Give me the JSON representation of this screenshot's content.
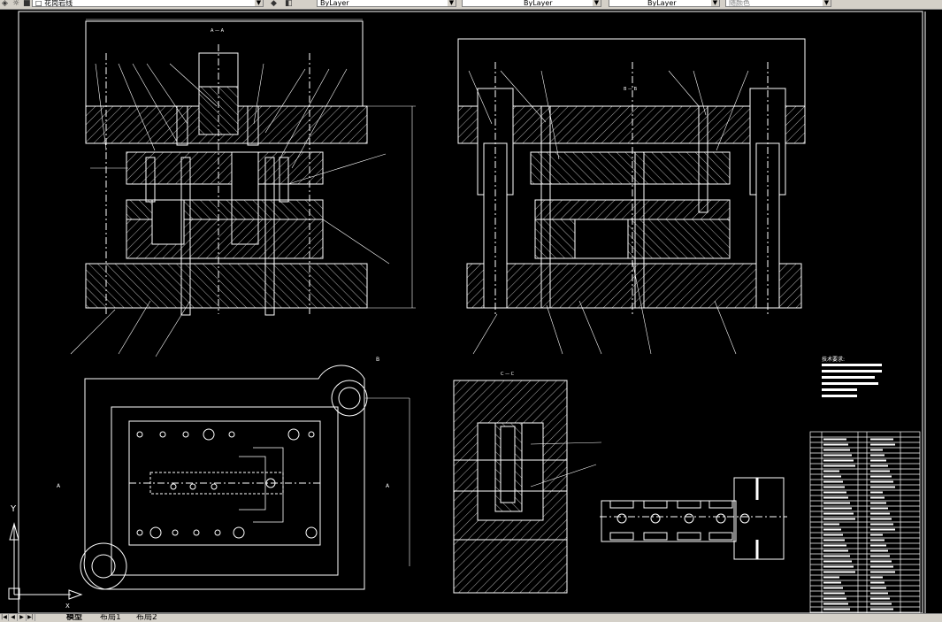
{
  "toolbar": {
    "linetype_combo": "□ 花岗岩线",
    "layer_combo_1": "ByLayer",
    "layer_combo_2": "ByLayer",
    "layer_combo_3": "ByLayer",
    "color_combo": "随颜色"
  },
  "drawing": {
    "section_label_1": "A — A",
    "section_label_2": "B — B",
    "section_label_3": "C — C",
    "tech_requirements_title": "技术要求:",
    "axis_y": "Y",
    "axis_x": "X",
    "view_arrow_a": "A",
    "view_arrow_b": "B"
  },
  "layout_tabs": {
    "model": "模型",
    "layout1": "布局1",
    "layout2": "布局2"
  },
  "colors": {
    "canvas_background": "#000000",
    "drawing_lines": "#ffffff",
    "toolbar_background": "#d4d0c8"
  }
}
